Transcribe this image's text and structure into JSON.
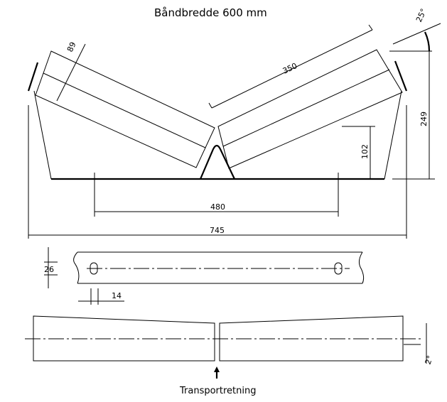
{
  "title": "Båndbredde 600 mm",
  "dimensions": {
    "roller_diameter": "89",
    "roller_length": "350",
    "trough_angle": "25°",
    "total_height": "249",
    "base_height": "102",
    "hole_spacing": "480",
    "overall_width": "745",
    "shaft_height": "26",
    "slot_width": "14",
    "tilt_angle": "2°"
  },
  "direction_label": "Transportretning"
}
